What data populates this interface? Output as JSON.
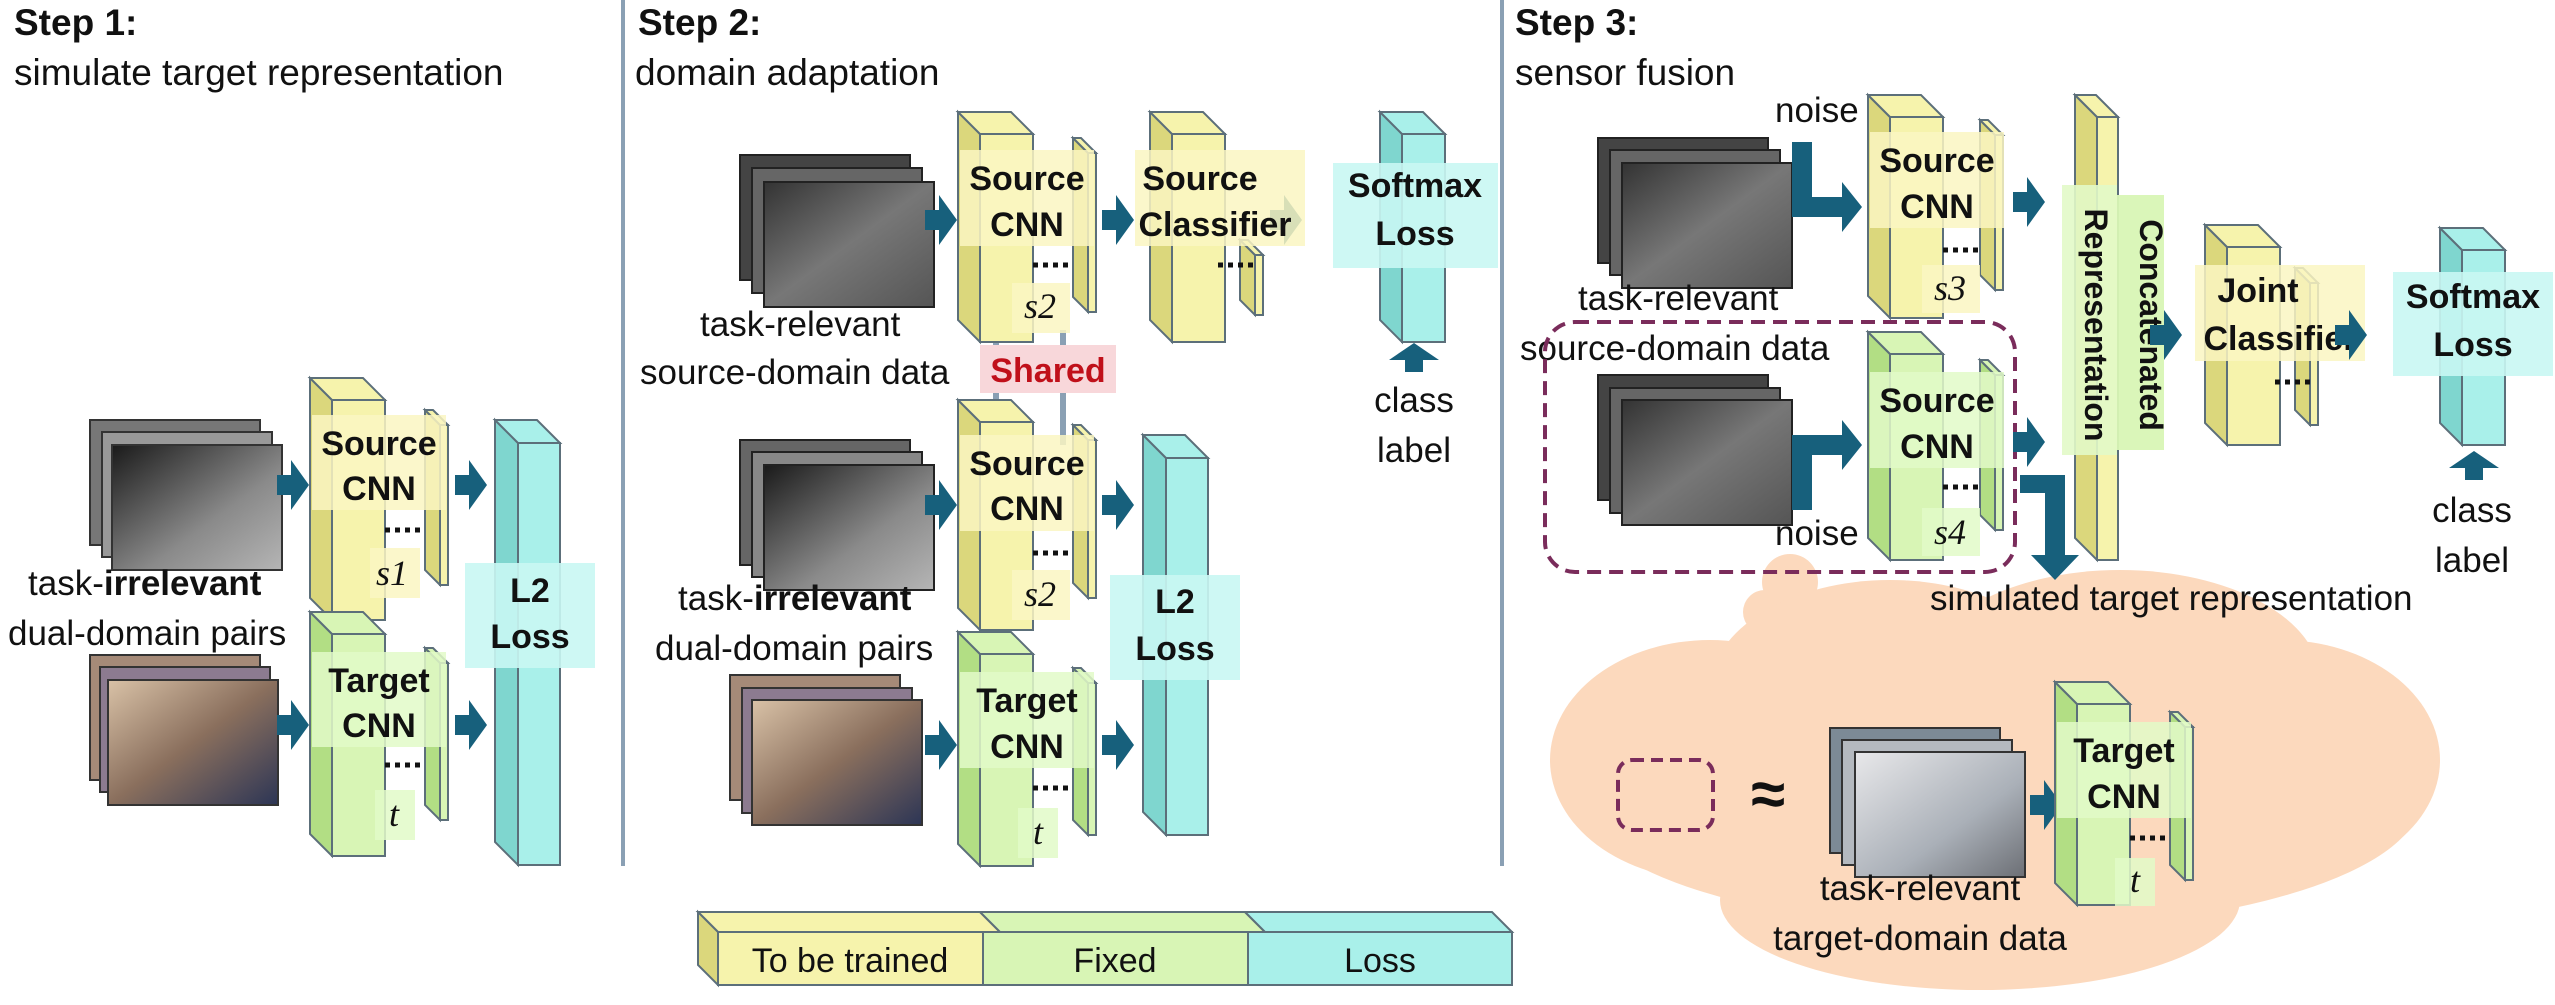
{
  "colors": {
    "trainable_fill": "#f6f3ac",
    "trainable_side": "#dbd77c",
    "fixed_fill": "#d8f5b5",
    "fixed_side": "#b2de84",
    "loss_fill": "#a9f0ea",
    "loss_side": "#7fd6cf",
    "label_box_yellow": "#faf6c2",
    "label_box_green": "#e2fac8",
    "label_box_cyan": "#c9f7f3",
    "arrow": "#17607c",
    "divider": "#8aa0b4",
    "shared_text": "#c0101a",
    "shared_bg": "#f8d7da",
    "cloud": "#fcd9bd",
    "dashed": "#7a2c5b",
    "block_edge": "#5c6f7a"
  },
  "steps": {
    "step1": {
      "title": "Step 1:",
      "subtitle": "simulate target representation"
    },
    "step2": {
      "title": "Step 2:",
      "subtitle": "domain adaptation"
    },
    "step3": {
      "title": "Step 3:",
      "subtitle": "sensor fusion"
    }
  },
  "step1": {
    "src_l1": "Source",
    "src_l2": "CNN",
    "src_tag": "s1",
    "tgt_l1": "Target",
    "tgt_l2": "CNN",
    "tgt_tag": "t",
    "caption_pre": "task-",
    "caption_bold": "irrelevant",
    "caption2": "dual-domain pairs",
    "loss_l1": "L2",
    "loss_l2": "Loss"
  },
  "step2": {
    "src_l1": "Source",
    "src_l2": "CNN",
    "src_tag": "s2",
    "cls_l1": "Source",
    "cls_l2": "Classifier",
    "softmax_l1": "Softmax",
    "softmax_l2": "Loss",
    "class_l1": "class",
    "class_l2": "label",
    "cap_a1": "task-relevant",
    "cap_a2": "source-domain data",
    "shared": "Shared",
    "src2_l1": "Source",
    "src2_l2": "CNN",
    "src2_tag": "s2",
    "cap_b_pre": "task-",
    "cap_b_bold": "irrelevant",
    "cap_b2": "dual-domain pairs",
    "tgt_l1": "Target",
    "tgt_l2": "CNN",
    "tgt_tag": "t",
    "loss_l1": "L2",
    "loss_l2": "Loss"
  },
  "step3": {
    "noise_top": "noise",
    "noise_bottom": "noise",
    "src3_l1": "Source",
    "src3_l2": "CNN",
    "src3_tag": "s3",
    "src4_l1": "Source",
    "src4_l2": "CNN",
    "src4_tag": "s4",
    "cap1": "task-relevant",
    "cap2": "source-domain data",
    "concat_l1": "Concatenated",
    "concat_l2": "Representation",
    "joint_l1": "Joint",
    "joint_l2": "Classifier",
    "softmax_l1": "Softmax",
    "softmax_l2": "Loss",
    "class_l1": "class",
    "class_l2": "label",
    "sim": "simulated target representation",
    "approx": "≈",
    "tgt_l1": "Target",
    "tgt_l2": "CNN",
    "tgt_tag": "t",
    "tcap1": "task-relevant",
    "tcap2": "target-domain data"
  },
  "legend": {
    "trained": "To be trained",
    "fixed": "Fixed",
    "loss": "Loss"
  }
}
